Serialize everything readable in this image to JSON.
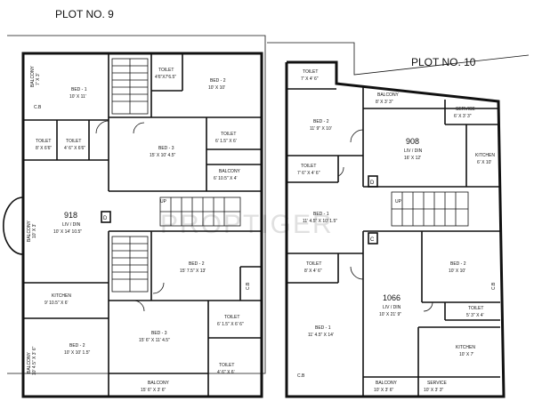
{
  "plot9": {
    "title": "PLOT NO. 9",
    "unit_area": "918",
    "rooms": {
      "balcony_tl": [
        "BALCONY",
        "7' X 3'"
      ],
      "bed1": [
        "BED - 1",
        "10' X 11'"
      ],
      "cb_a": [
        "C.B"
      ],
      "toilet_l1": [
        "TOILET",
        "8' X 6'6\""
      ],
      "toilet_l2": [
        "TOILET",
        "4' 6\" X 6'6\""
      ],
      "toilet_top": [
        "TOILET",
        "4'6\"X7'6.5\""
      ],
      "bed2_top": [
        "BED - 2",
        "10' X 10'"
      ],
      "bed3": [
        "BED - 3",
        "15' X 10' 4.5\""
      ],
      "toilet_r": [
        "TOILET",
        "6' 1.5\" X 6'"
      ],
      "balcony_r": [
        "BALCONY",
        "6' 10.5\" X 4'"
      ],
      "balcony_side": [
        "BALCONY",
        "10' X 3'"
      ],
      "livdin": [
        "LIV / DIN",
        "10' X 14' 10.5\""
      ],
      "bed2_mid": [
        "BED - 2",
        "15' 7.5\" X 13'"
      ],
      "cb_b": [
        "C.B"
      ],
      "kitchen": [
        "KITCHEN",
        "9' 10.5\" X 6'"
      ],
      "bed3_low": [
        "BED - 3",
        "15' 6\" X 11' 4.5\""
      ],
      "toilet_low1": [
        "TOILET",
        "6' 1.5\" X 6' 6\""
      ],
      "balcony_bl": [
        "BALCONY",
        "10' 4.5\" X 3' 6\""
      ],
      "bed2_low": [
        "BED - 2",
        "10' X 10' 1.5\""
      ],
      "toilet_low2": [
        "TOILET",
        "4' 6\" X 6'"
      ],
      "balcony_bottom": [
        "BALCONY",
        "15' 6\" X 3' 6\""
      ]
    },
    "up": "UP",
    "lift": "D"
  },
  "plot10": {
    "title": "PLOT NO. 10",
    "unit_area_top": "908",
    "unit_area_bottom": "1066",
    "rooms": {
      "toilet_tl": [
        "TOILET",
        "7' X 4' 6\""
      ],
      "balcony_t": [
        "BALCONY",
        "8' X 3' 3\""
      ],
      "service_t": [
        "SERVICE",
        "6' X 3' 3\""
      ],
      "bed2_t": [
        "BED - 2",
        "11' 9\" X 10'"
      ],
      "livdin_t": [
        "LIV / DIN",
        "16' X 12'"
      ],
      "kitchen_t": [
        "KITCHEN",
        "6' X 10'"
      ],
      "toilet_l": [
        "TOILET",
        "7' 6\" X 4' 6\""
      ],
      "bed1_t": [
        "BED - 1",
        "11' 4.5\" X 10' 1.5\""
      ],
      "toilet_l2": [
        "TOILET",
        "8' X 4' 6\""
      ],
      "bed2_b": [
        "BED - 2",
        "10' X 10'"
      ],
      "cb_r": [
        "C.B"
      ],
      "livdin_b": [
        "LIV / DIN",
        "10' X 21' 9\""
      ],
      "toilet_b": [
        "TOILET",
        "5' 3\" X 4'"
      ],
      "bed1_b": [
        "BED - 1",
        "11' 4.5\" X 14'"
      ],
      "kitchen_b": [
        "KITCHEN",
        "10' X 7'"
      ],
      "cb_l": [
        "C.B"
      ],
      "balcony_b": [
        "BALCONY",
        "10' X 3' 6\""
      ],
      "service_b": [
        "SERVICE",
        "10' X 3' 3\""
      ]
    },
    "up": "UP",
    "lift_top": "D",
    "lift_bottom": "C"
  },
  "watermark": "PROPTIGER"
}
